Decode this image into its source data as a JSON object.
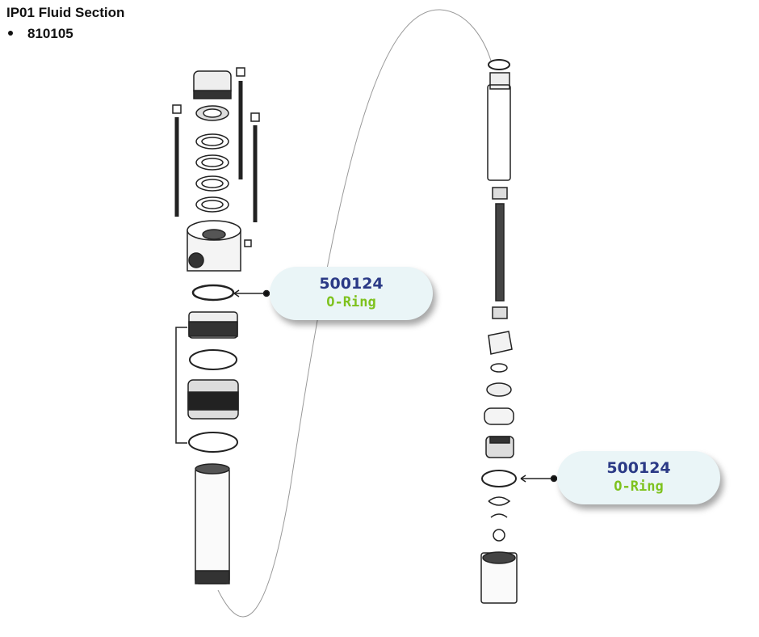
{
  "header": {
    "title": "IP01 Fluid Section",
    "bullet_item": "810105"
  },
  "callouts": [
    {
      "part_number": "500124",
      "name": "O-Ring"
    },
    {
      "part_number": "500124",
      "name": "O-Ring"
    }
  ],
  "colors": {
    "part_number": "#2b3a86",
    "part_name": "#7ec21e",
    "callout_bg": "#eaf5f7"
  }
}
